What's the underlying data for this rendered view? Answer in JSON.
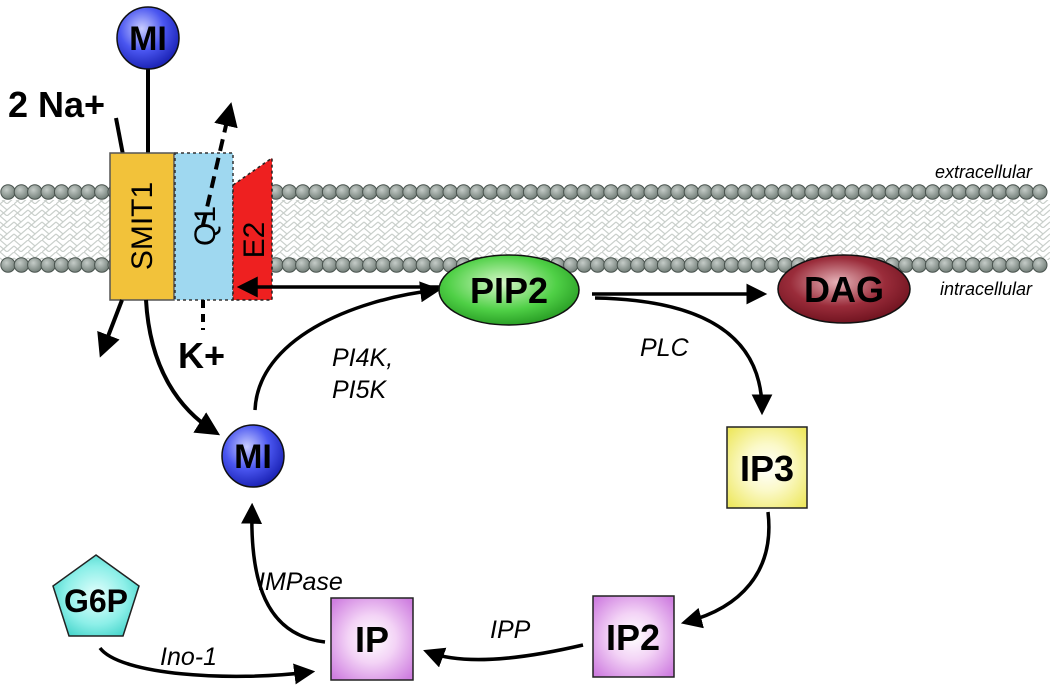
{
  "membrane": {
    "outer_label": "extracellular",
    "inner_label": "intracellular"
  },
  "proteins": {
    "smit1": "SMIT1",
    "q1": "Q1",
    "e2": "E2"
  },
  "ions": {
    "sodium": "2 Na+",
    "potassium": "K+"
  },
  "nodes": {
    "mi_outside": "MI",
    "mi_inside": "MI",
    "pip2": "PIP2",
    "dag": "DAG",
    "ip3": "IP3",
    "ip2": "IP2",
    "ip": "IP",
    "g6p": "G6P"
  },
  "enzymes": {
    "pi4k_line1": "PI4K,",
    "pi4k_line2": "PI5K",
    "plc": "PLC",
    "ipp": "IPP",
    "impase": "IMPase",
    "ino1": "Ino-1"
  },
  "colors": {
    "mi": "#2f3fe0",
    "pip2": "#3fcf3a",
    "dag": "#8a1a2a",
    "ip3": "#f4f080",
    "ip_family": "#dd8ee8",
    "g6p": "#5fe0d8",
    "smit1": "#f2c23a",
    "q1": "#9fd8f0",
    "e2": "#ee2020",
    "membrane_head": "#8c9690"
  }
}
